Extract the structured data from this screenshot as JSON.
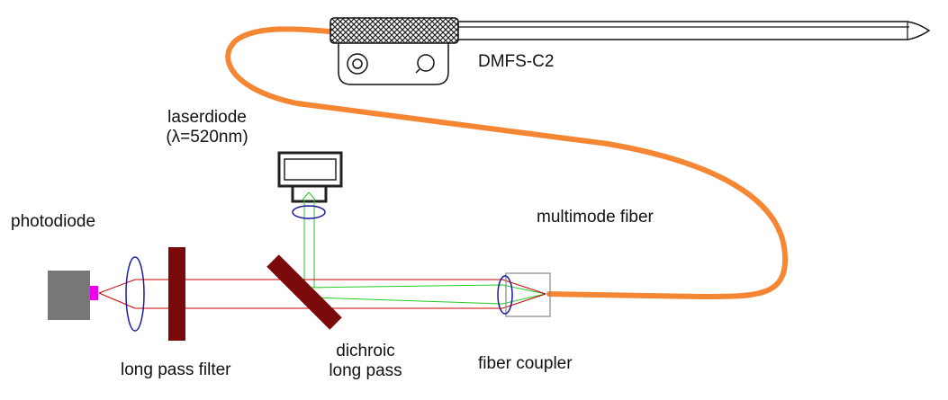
{
  "labels": {
    "laser_line1": "laserdiode",
    "laser_line2": "(λ=520nm)",
    "photodiode": "photodiode",
    "multimode_fiber": "multimode fiber",
    "long_pass_filter": "long pass filter",
    "dichroic_line1": "dichroic",
    "dichroic_line2": "long pass",
    "fiber_coupler": "fiber coupler",
    "device": "DMFS-C2"
  },
  "colors": {
    "fiber": "#f58634",
    "red_beam": "#cc0000",
    "green_beam": "#22cc22",
    "lens": "#1a1aa8",
    "filter": "#7a0a0a",
    "photodiode_body": "#777777",
    "photodiode_window": "#ee00ee",
    "housing_outline": "#111111",
    "coupler_outline": "#888888"
  }
}
